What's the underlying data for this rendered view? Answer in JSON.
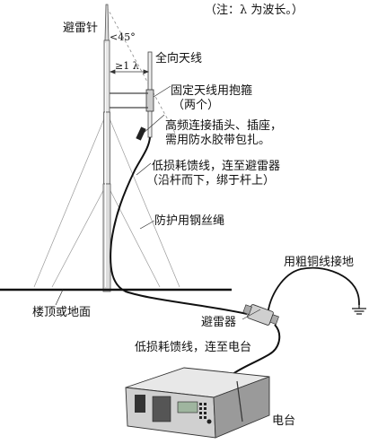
{
  "note": "（注：λ 为波长。）",
  "labels": {
    "lightning_rod": "避雷针",
    "angle": "<45°",
    "distance": "≥1 λ",
    "omni_antenna": "全向天线",
    "clamp_line1": "固定天线用抱箍",
    "clamp_line2": "（两个）",
    "connector_line1": "高频连接插头、插座，",
    "connector_line2": "需用防水胶带包扎。",
    "feeder_line1": "低损耗馈线，连至避雷器",
    "feeder_line2": "（沿杆而下，绑于杆上）",
    "guy_wire": "防护用钢丝绳",
    "ground_wire": "用粗铜线接地",
    "roof_ground": "楼顶或地面",
    "arrester": "避雷器",
    "feeder_radio": "低损耗馈线，连至电台",
    "radio": "电台"
  }
}
